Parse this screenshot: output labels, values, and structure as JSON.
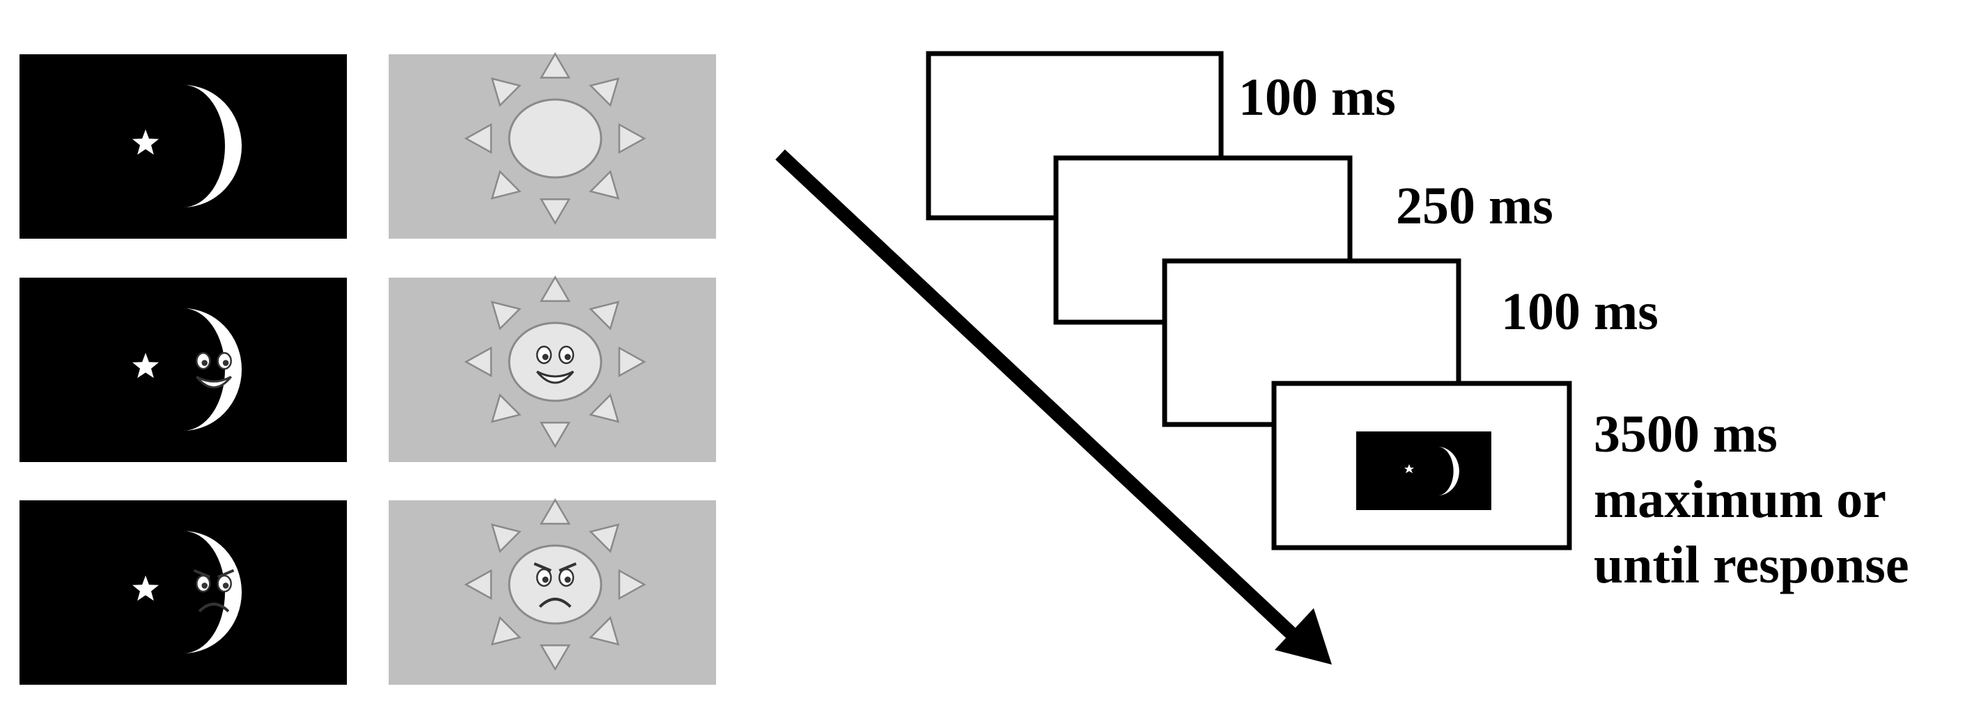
{
  "colors": {
    "night_background": "#000000",
    "day_background": "#bfbfbf",
    "moon_fill": "#ffffff",
    "sun_fill": "#e6e6e6",
    "sun_stroke": "#8a8a8a",
    "frame_stroke": "#000000",
    "arrow": "#000000"
  },
  "stimuli": {
    "rows": [
      {
        "expression": "neutral",
        "night_icon": "moon-star-icon",
        "day_icon": "sun-icon"
      },
      {
        "expression": "happy",
        "night_icon": "happy-moon-icon",
        "day_icon": "happy-sun-icon"
      },
      {
        "expression": "angry",
        "night_icon": "angry-moon-icon",
        "day_icon": "angry-sun-icon"
      }
    ]
  },
  "sequence": {
    "frames": [
      {
        "duration_label": "100 ms"
      },
      {
        "duration_label": "250 ms"
      },
      {
        "duration_label": "100 ms"
      },
      {
        "duration_lines": [
          "3500 ms",
          "maximum or",
          "until response"
        ],
        "content_icon": "moon-star-icon"
      }
    ],
    "arrow_icon": "time-arrow-icon"
  }
}
